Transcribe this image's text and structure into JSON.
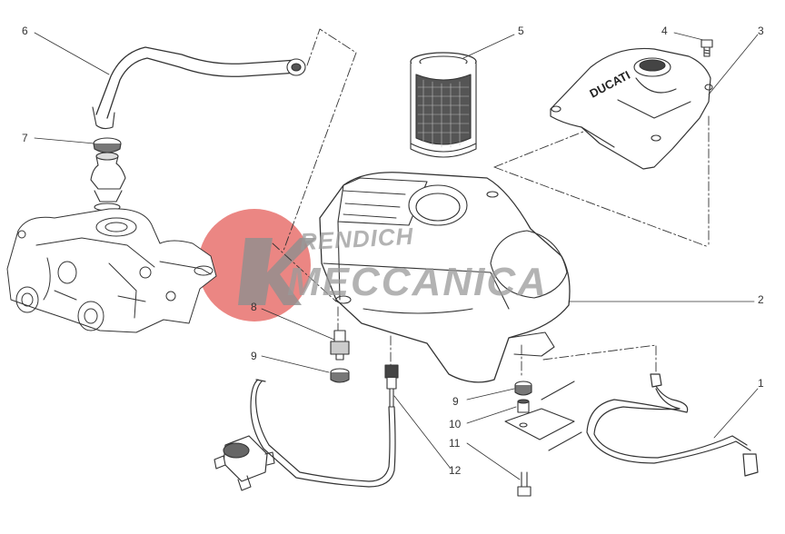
{
  "diagram": {
    "callouts": [
      {
        "id": "6",
        "label": "6"
      },
      {
        "id": "5",
        "label": "5"
      },
      {
        "id": "4",
        "label": "4"
      },
      {
        "id": "3",
        "label": "3"
      },
      {
        "id": "7",
        "label": "7"
      },
      {
        "id": "2",
        "label": "2"
      },
      {
        "id": "8",
        "label": "8"
      },
      {
        "id": "9a",
        "label": "9"
      },
      {
        "id": "9b",
        "label": "9"
      },
      {
        "id": "10",
        "label": "10"
      },
      {
        "id": "11",
        "label": "11"
      },
      {
        "id": "12",
        "label": "12"
      },
      {
        "id": "1",
        "label": "1"
      }
    ],
    "cover_lettering": "DUCATI",
    "watermark": {
      "line1": "RENDICH",
      "line2": "MECCANICA",
      "color": "#e8716d"
    },
    "line_color": "#333333"
  }
}
